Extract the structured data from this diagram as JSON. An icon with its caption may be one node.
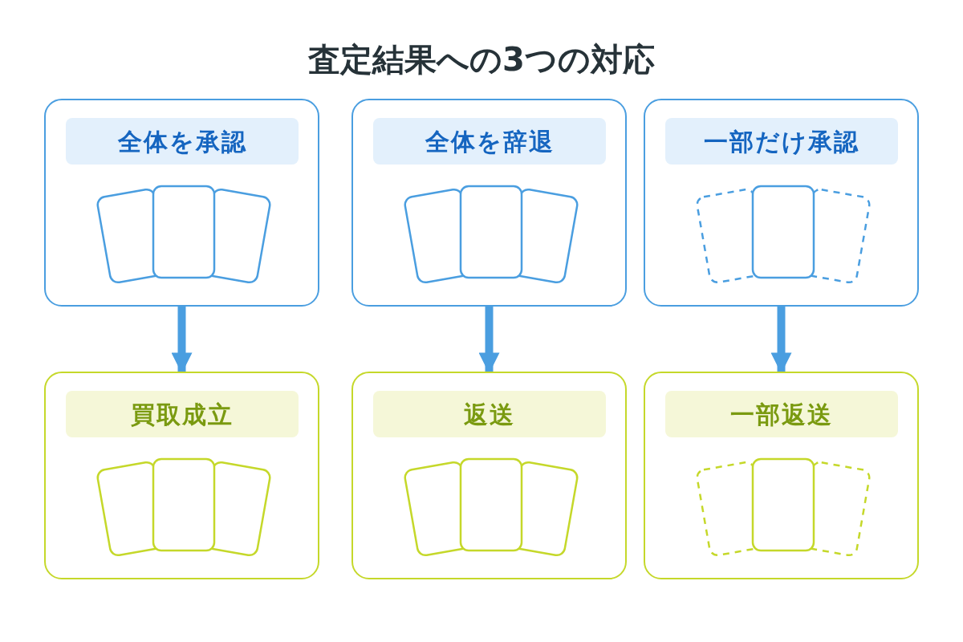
{
  "diagram": {
    "title": "査定結果への3つの対応",
    "nodes": [
      {
        "text": [
          "全体を承認"
        ]
      },
      {
        "text": [
          "全体を辞退"
        ]
      },
      {
        "text": [
          "一部だけ承認"
        ]
      },
      {
        "text": [
          "買取成立"
        ]
      },
      {
        "text": [
          "返送"
        ]
      },
      {
        "text": [
          "一部返送"
        ]
      }
    ],
    "edges": [
      {
        "from": 0,
        "to": 3,
        "arrow": "to"
      },
      {
        "from": 1,
        "to": 4,
        "arrow": "to"
      },
      {
        "from": 2,
        "to": 5,
        "arrow": "to"
      }
    ]
  }
}
